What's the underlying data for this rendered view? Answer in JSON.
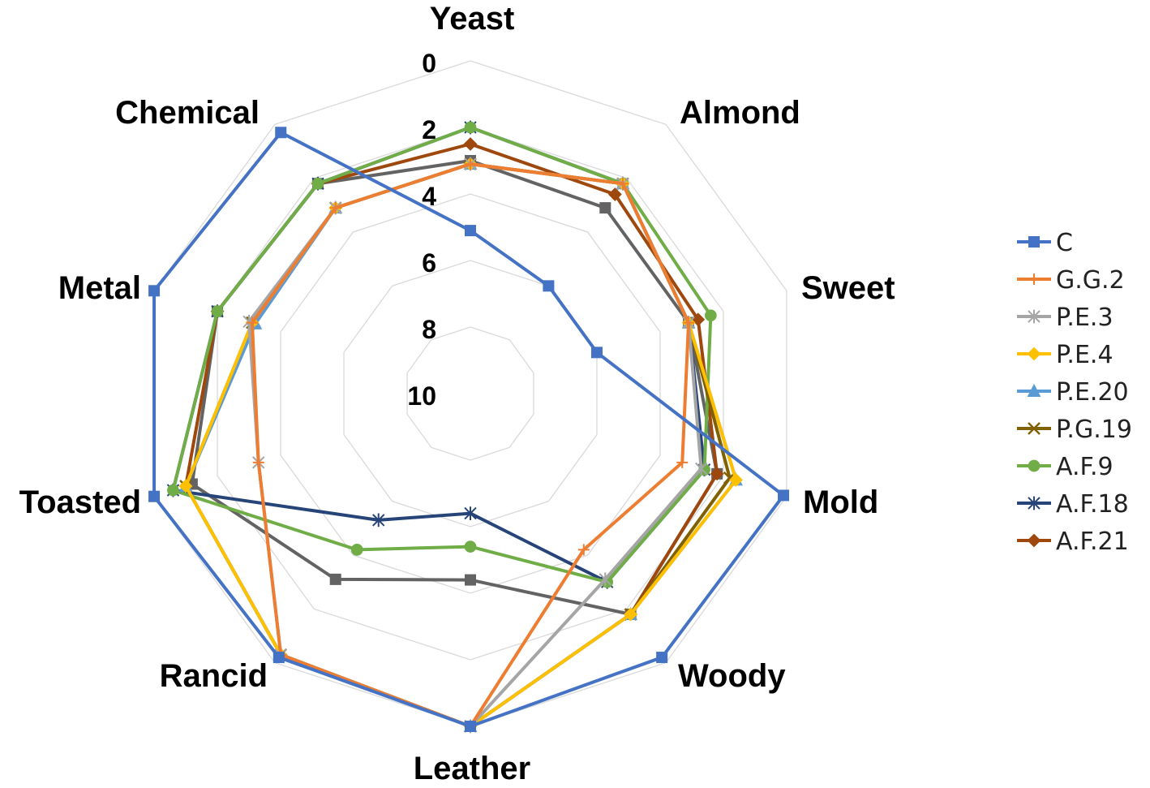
{
  "chart_data": {
    "type": "radar",
    "axes": [
      "Yeast",
      "Almond",
      "Sweet",
      "Mold",
      "Woody",
      "Leather",
      "Rancid",
      "Toasted",
      "Metal",
      "Chemical"
    ],
    "rlim": [
      0,
      10
    ],
    "reversed": true,
    "ticks": [
      "0",
      "2",
      "4",
      "6",
      "8",
      "10"
    ],
    "tick_values": [
      0,
      2,
      4,
      6,
      8,
      10
    ],
    "grid": true,
    "legend_position": "right",
    "series": [
      {
        "name": "C",
        "color": "#4472C4",
        "marker": "square",
        "values": [
          5.1,
          6.0,
          6.0,
          0.1,
          0.2,
          0.0,
          0.2,
          0.0,
          0.0,
          0.3
        ]
      },
      {
        "name": "G.G.2",
        "color": "#ED7D31",
        "marker": "plus",
        "values": [
          3.1,
          2.2,
          3.1,
          3.3,
          4.2,
          0.0,
          0.3,
          3.3,
          3.1,
          3.1
        ]
      },
      {
        "name": "P.E.3",
        "color": "#A5A5A5",
        "marker": "asterisk",
        "values": [
          3.1,
          2.2,
          3.1,
          2.7,
          3.1,
          0.0,
          0.3,
          3.3,
          3.0,
          3.1
        ]
      },
      {
        "name": "P.E.4",
        "color": "#FFC000",
        "marker": "diamond",
        "values": [
          3.1,
          2.2,
          3.1,
          1.6,
          1.8,
          0.0,
          0.3,
          1.0,
          3.1,
          3.1
        ]
      },
      {
        "name": "P.E.20",
        "color": "#5B9BD5",
        "marker": "triangle",
        "values": [
          3.1,
          2.2,
          3.1,
          1.6,
          1.8,
          0.0,
          0.3,
          1.0,
          3.2,
          3.1
        ]
      },
      {
        "name": "P.G.19",
        "color": "#806000",
        "marker": "x",
        "values": [
          3.1,
          2.2,
          3.1,
          1.8,
          1.8,
          0.0,
          0.3,
          1.0,
          3.1,
          3.1
        ]
      },
      {
        "name": "A.F.9",
        "color": "#70AD47",
        "marker": "circle",
        "values": [
          2.0,
          2.2,
          2.4,
          2.6,
          3.0,
          5.4,
          4.2,
          0.6,
          2.0,
          2.2
        ]
      },
      {
        "name": "A.F.18",
        "color": "#264478",
        "marker": "star",
        "values": [
          2.0,
          2.2,
          3.1,
          2.6,
          3.0,
          6.4,
          5.3,
          0.6,
          2.0,
          2.2
        ]
      },
      {
        "name": "A.F.21",
        "color": "#9E480E",
        "marker": "diamond",
        "values": [
          2.5,
          2.6,
          2.8,
          2.2,
          1.8,
          0.0,
          0.3,
          1.0,
          2.0,
          2.2
        ]
      },
      {
        "name": "",
        "color": "#636363",
        "marker": "square",
        "values": [
          3.0,
          3.1,
          3.1,
          2.2,
          1.8,
          4.4,
          3.1,
          1.2,
          2.0,
          2.2
        ]
      }
    ]
  }
}
